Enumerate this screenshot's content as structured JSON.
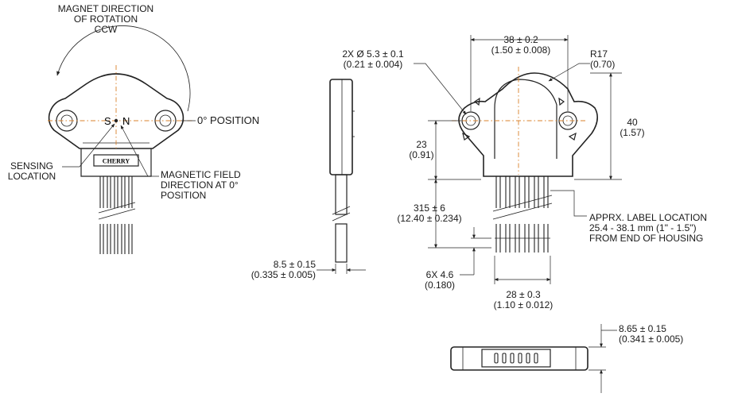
{
  "front_view": {
    "rotation_label_line1": "MAGNET DIRECTION",
    "rotation_label_line2": "OF ROTATION",
    "rotation_label_line3": "CCW",
    "zero_position_label": "0° POSITION",
    "sensing_label_line1": "SENSING",
    "sensing_label_line2": "LOCATION",
    "field_label_line1": "MAGNETIC FIELD",
    "field_label_line2": "DIRECTION AT 0°",
    "field_label_line3": "POSITION",
    "pole_s": "S",
    "pole_n": "N",
    "logo_text": "CHERRY"
  },
  "side_view": {
    "thickness_mm": "8.5 ± 0.15",
    "thickness_in": "(0.335 ± 0.005)"
  },
  "dimensioned_view": {
    "hole_dia_mm": "2X Ø 5.3 ± 0.1",
    "hole_dia_in": "(0.21 ± 0.004)",
    "hole_spacing_mm": "38 ± 0.2",
    "hole_spacing_in": "(1.50 ± 0.008)",
    "radius_mm": "R17",
    "radius_in": "(0.70)",
    "height_mm": "40",
    "height_in": "(1.57)",
    "center_height_mm": "23",
    "center_height_in": "(0.91)",
    "lead_length_mm": "315 ± 6",
    "lead_length_in": "(12.40 ± 0.234)",
    "strip_length_mm": "6X 4.6",
    "strip_length_in": "(0.180)",
    "lead_span_mm": "28 ± 0.3",
    "lead_span_in": "(1.10 ± 0.012)",
    "label_loc_line1": "APPRX. LABEL LOCATION",
    "label_loc_line2": "25.4 - 38.1 mm (1\" - 1.5\")",
    "label_loc_line3": "FROM END OF HOUSING"
  },
  "bottom_view": {
    "thickness_mm": "8.65 ± 0.15",
    "thickness_in": "(0.341 ± 0.005)"
  },
  "colors": {
    "line": "#222222",
    "centerline": "#d9822b"
  }
}
